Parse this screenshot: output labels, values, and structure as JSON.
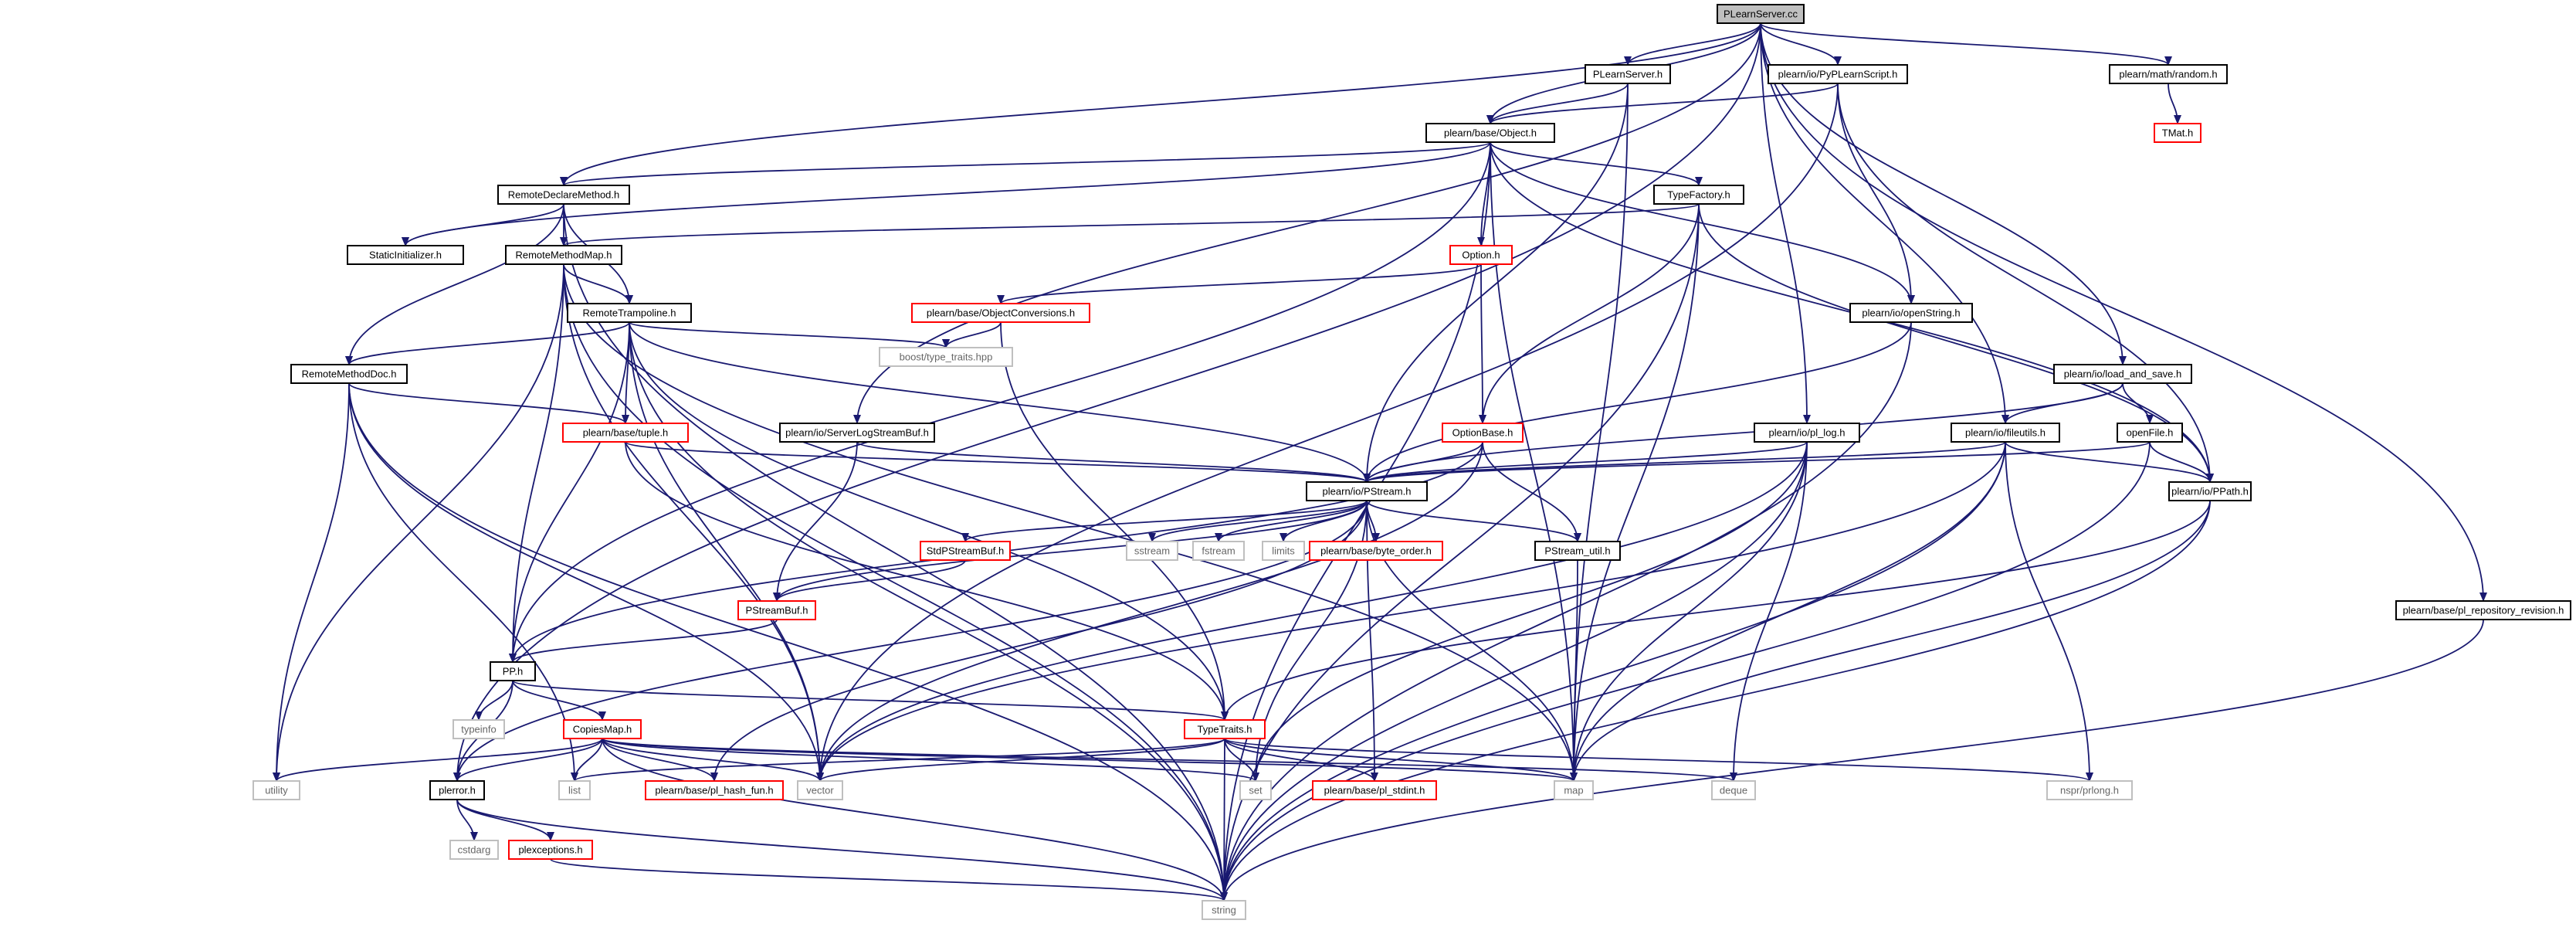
{
  "colors": {
    "edge": "#191970",
    "node_border_normal": "#000000",
    "node_border_truncated": "#ff0000",
    "node_border_system": "#bfbfbf",
    "root_fill": "#bfbfbf",
    "node_fill": "#ffffff",
    "text_normal": "#000000",
    "text_system": "#666666"
  },
  "nodes": [
    {
      "id": "root",
      "label": "PLearnServer.cc",
      "kind": "root"
    },
    {
      "id": "plearnserver_h",
      "label": "PLearnServer.h",
      "kind": "normal"
    },
    {
      "id": "pyplearnscript",
      "label": "plearn/io/PyPLearnScript.h",
      "kind": "normal"
    },
    {
      "id": "random_h",
      "label": "plearn/math/random.h",
      "kind": "normal"
    },
    {
      "id": "tmat",
      "label": "TMat.h",
      "kind": "red"
    },
    {
      "id": "object_h",
      "label": "plearn/base/Object.h",
      "kind": "normal"
    },
    {
      "id": "remotedeclare",
      "label": "RemoteDeclareMethod.h",
      "kind": "normal"
    },
    {
      "id": "typefactory",
      "label": "TypeFactory.h",
      "kind": "normal"
    },
    {
      "id": "staticinit",
      "label": "StaticInitializer.h",
      "kind": "normal"
    },
    {
      "id": "remotemethodmap",
      "label": "RemoteMethodMap.h",
      "kind": "normal"
    },
    {
      "id": "option_h",
      "label": "Option.h",
      "kind": "red"
    },
    {
      "id": "objconv",
      "label": "plearn/base/ObjectConversions.h",
      "kind": "red"
    },
    {
      "id": "openstring",
      "label": "plearn/io/openString.h",
      "kind": "normal"
    },
    {
      "id": "remotetrampoline",
      "label": "RemoteTrampoline.h",
      "kind": "normal"
    },
    {
      "id": "boosttt",
      "label": "boost/type_traits.hpp",
      "kind": "system"
    },
    {
      "id": "remotemethoddoc",
      "label": "RemoteMethodDoc.h",
      "kind": "normal"
    },
    {
      "id": "loadsave",
      "label": "plearn/io/load_and_save.h",
      "kind": "normal"
    },
    {
      "id": "tuple_h",
      "label": "plearn/base/tuple.h",
      "kind": "red"
    },
    {
      "id": "serverlog",
      "label": "plearn/io/ServerLogStreamBuf.h",
      "kind": "normal"
    },
    {
      "id": "optionbase",
      "label": "OptionBase.h",
      "kind": "red"
    },
    {
      "id": "pllog",
      "label": "plearn/io/pl_log.h",
      "kind": "normal"
    },
    {
      "id": "fileutils",
      "label": "plearn/io/fileutils.h",
      "kind": "normal"
    },
    {
      "id": "openfile",
      "label": "openFile.h",
      "kind": "normal"
    },
    {
      "id": "pstream",
      "label": "plearn/io/PStream.h",
      "kind": "normal"
    },
    {
      "id": "ppath",
      "label": "plearn/io/PPath.h",
      "kind": "normal"
    },
    {
      "id": "sstream",
      "label": "sstream",
      "kind": "system"
    },
    {
      "id": "fstream",
      "label": "fstream",
      "kind": "system"
    },
    {
      "id": "limits",
      "label": "limits",
      "kind": "system"
    },
    {
      "id": "byteorder",
      "label": "plearn/base/byte_order.h",
      "kind": "red"
    },
    {
      "id": "pstreamutil",
      "label": "PStream_util.h",
      "kind": "normal"
    },
    {
      "id": "stdpstreambuf",
      "label": "StdPStreamBuf.h",
      "kind": "red"
    },
    {
      "id": "pstreambuf",
      "label": "PStreamBuf.h",
      "kind": "red"
    },
    {
      "id": "plrepo",
      "label": "plearn/base/pl_repository_revision.h",
      "kind": "normal"
    },
    {
      "id": "pp_h",
      "label": "PP.h",
      "kind": "normal"
    },
    {
      "id": "typeinfo",
      "label": "typeinfo",
      "kind": "system"
    },
    {
      "id": "copiesmap",
      "label": "CopiesMap.h",
      "kind": "red"
    },
    {
      "id": "typetraits",
      "label": "TypeTraits.h",
      "kind": "red"
    },
    {
      "id": "utility",
      "label": "utility",
      "kind": "system"
    },
    {
      "id": "plerror",
      "label": "plerror.h",
      "kind": "normal"
    },
    {
      "id": "list",
      "label": "list",
      "kind": "system"
    },
    {
      "id": "hashfun",
      "label": "plearn/base/pl_hash_fun.h",
      "kind": "red"
    },
    {
      "id": "vector",
      "label": "vector",
      "kind": "system"
    },
    {
      "id": "set",
      "label": "set",
      "kind": "system"
    },
    {
      "id": "plstdint",
      "label": "plearn/base/pl_stdint.h",
      "kind": "red"
    },
    {
      "id": "deque",
      "label": "deque",
      "kind": "system"
    },
    {
      "id": "map",
      "label": "map",
      "kind": "system"
    },
    {
      "id": "nsprlong",
      "label": "nspr/prlong.h",
      "kind": "system"
    },
    {
      "id": "cstdarg",
      "label": "cstdarg",
      "kind": "system"
    },
    {
      "id": "plexceptions",
      "label": "plexceptions.h",
      "kind": "red"
    },
    {
      "id": "string",
      "label": "string",
      "kind": "system"
    }
  ],
  "edges": [
    [
      "root",
      "plearnserver_h"
    ],
    [
      "root",
      "pyplearnscript"
    ],
    [
      "root",
      "random_h"
    ],
    [
      "root",
      "object_h"
    ],
    [
      "root",
      "remotedeclare"
    ],
    [
      "root",
      "serverlog"
    ],
    [
      "root",
      "pllog"
    ],
    [
      "root",
      "fileutils"
    ],
    [
      "root",
      "loadsave"
    ],
    [
      "root",
      "plrepo"
    ],
    [
      "root",
      "plerror"
    ],
    [
      "random_h",
      "tmat"
    ],
    [
      "plearnserver_h",
      "object_h"
    ],
    [
      "plearnserver_h",
      "pstream"
    ],
    [
      "plearnserver_h",
      "map"
    ],
    [
      "pyplearnscript",
      "object_h"
    ],
    [
      "pyplearnscript",
      "openstring"
    ],
    [
      "pyplearnscript",
      "ppath"
    ],
    [
      "pyplearnscript",
      "vector"
    ],
    [
      "object_h",
      "remotedeclare"
    ],
    [
      "object_h",
      "typefactory"
    ],
    [
      "object_h",
      "staticinit"
    ],
    [
      "object_h",
      "option_h"
    ],
    [
      "object_h",
      "openstring"
    ],
    [
      "object_h",
      "pp_h"
    ],
    [
      "object_h",
      "map"
    ],
    [
      "object_h",
      "string"
    ],
    [
      "object_h",
      "ppath"
    ],
    [
      "remotedeclare",
      "staticinit"
    ],
    [
      "remotedeclare",
      "remotemethodmap"
    ],
    [
      "remotedeclare",
      "remotetrampoline"
    ],
    [
      "remotedeclare",
      "remotemethoddoc"
    ],
    [
      "remotedeclare",
      "string"
    ],
    [
      "typefactory",
      "remotemethodmap"
    ],
    [
      "typefactory",
      "optionbase"
    ],
    [
      "typefactory",
      "map"
    ],
    [
      "typefactory",
      "string"
    ],
    [
      "typefactory",
      "ppath"
    ],
    [
      "option_h",
      "objconv"
    ],
    [
      "option_h",
      "optionbase"
    ],
    [
      "objconv",
      "boosttt"
    ],
    [
      "objconv",
      "typetraits"
    ],
    [
      "openstring",
      "pstream"
    ],
    [
      "openstring",
      "string"
    ],
    [
      "remotemethodmap",
      "remotetrampoline"
    ],
    [
      "remotemethodmap",
      "pp_h"
    ],
    [
      "remotemethodmap",
      "vector"
    ],
    [
      "remotemethodmap",
      "map"
    ],
    [
      "remotemethodmap",
      "string"
    ],
    [
      "remotemethodmap",
      "utility"
    ],
    [
      "remotetrampoline",
      "remotemethoddoc"
    ],
    [
      "remotetrampoline",
      "tuple_h"
    ],
    [
      "remotetrampoline",
      "boosttt"
    ],
    [
      "remotetrampoline",
      "pstream"
    ],
    [
      "remotetrampoline",
      "pp_h"
    ],
    [
      "remotetrampoline",
      "typetraits"
    ],
    [
      "remotetrampoline",
      "vector"
    ],
    [
      "remotetrampoline",
      "string"
    ],
    [
      "remotemethoddoc",
      "tuple_h"
    ],
    [
      "remotemethoddoc",
      "utility"
    ],
    [
      "remotemethoddoc",
      "list"
    ],
    [
      "remotemethoddoc",
      "vector"
    ],
    [
      "remotemethoddoc",
      "string"
    ],
    [
      "tuple_h",
      "pstream"
    ],
    [
      "tuple_h",
      "typetraits"
    ],
    [
      "serverlog",
      "pstream"
    ],
    [
      "serverlog",
      "pstreambuf"
    ],
    [
      "optionbase",
      "pstream"
    ],
    [
      "optionbase",
      "pstreamutil"
    ],
    [
      "optionbase",
      "pp_h"
    ],
    [
      "optionbase",
      "vector"
    ],
    [
      "loadsave",
      "fileutils"
    ],
    [
      "loadsave",
      "openfile"
    ],
    [
      "loadsave",
      "pstream"
    ],
    [
      "pllog",
      "pstream"
    ],
    [
      "pllog",
      "map"
    ],
    [
      "pllog",
      "set"
    ],
    [
      "pllog",
      "deque"
    ],
    [
      "pllog",
      "string"
    ],
    [
      "pllog",
      "vector"
    ],
    [
      "fileutils",
      "pstream"
    ],
    [
      "fileutils",
      "ppath"
    ],
    [
      "fileutils",
      "map"
    ],
    [
      "fileutils",
      "nsprlong"
    ],
    [
      "fileutils",
      "string"
    ],
    [
      "fileutils",
      "vector"
    ],
    [
      "openfile",
      "pstream"
    ],
    [
      "openfile",
      "ppath"
    ],
    [
      "openfile",
      "string"
    ],
    [
      "pstream",
      "sstream"
    ],
    [
      "pstream",
      "fstream"
    ],
    [
      "pstream",
      "limits"
    ],
    [
      "pstream",
      "byteorder"
    ],
    [
      "pstream",
      "pstreamutil"
    ],
    [
      "pstream",
      "stdpstreambuf"
    ],
    [
      "pstream",
      "pstreambuf"
    ],
    [
      "pstream",
      "plerror"
    ],
    [
      "pstream",
      "hashfun"
    ],
    [
      "pstream",
      "set"
    ],
    [
      "pstream",
      "plstdint"
    ],
    [
      "pstream",
      "map"
    ],
    [
      "ppath",
      "typetraits"
    ],
    [
      "ppath",
      "map"
    ],
    [
      "ppath",
      "string"
    ],
    [
      "stdpstreambuf",
      "pstreambuf"
    ],
    [
      "pstreambuf",
      "pp_h"
    ],
    [
      "pstreamutil",
      "map"
    ],
    [
      "plrepo",
      "string"
    ],
    [
      "pp_h",
      "typeinfo"
    ],
    [
      "pp_h",
      "copiesmap"
    ],
    [
      "pp_h",
      "plerror"
    ],
    [
      "pp_h",
      "typetraits"
    ],
    [
      "copiesmap",
      "utility"
    ],
    [
      "copiesmap",
      "plerror"
    ],
    [
      "copiesmap",
      "list"
    ],
    [
      "copiesmap",
      "hashfun"
    ],
    [
      "copiesmap",
      "vector"
    ],
    [
      "copiesmap",
      "set"
    ],
    [
      "copiesmap",
      "map"
    ],
    [
      "copiesmap",
      "string"
    ],
    [
      "copiesmap",
      "deque"
    ],
    [
      "typetraits",
      "list"
    ],
    [
      "typetraits",
      "vector"
    ],
    [
      "typetraits",
      "set"
    ],
    [
      "typetraits",
      "map"
    ],
    [
      "typetraits",
      "plstdint"
    ],
    [
      "typetraits",
      "string"
    ],
    [
      "typetraits",
      "nsprlong"
    ],
    [
      "plerror",
      "cstdarg"
    ],
    [
      "plerror",
      "plexceptions"
    ],
    [
      "plerror",
      "string"
    ],
    [
      "plexceptions",
      "string"
    ]
  ]
}
